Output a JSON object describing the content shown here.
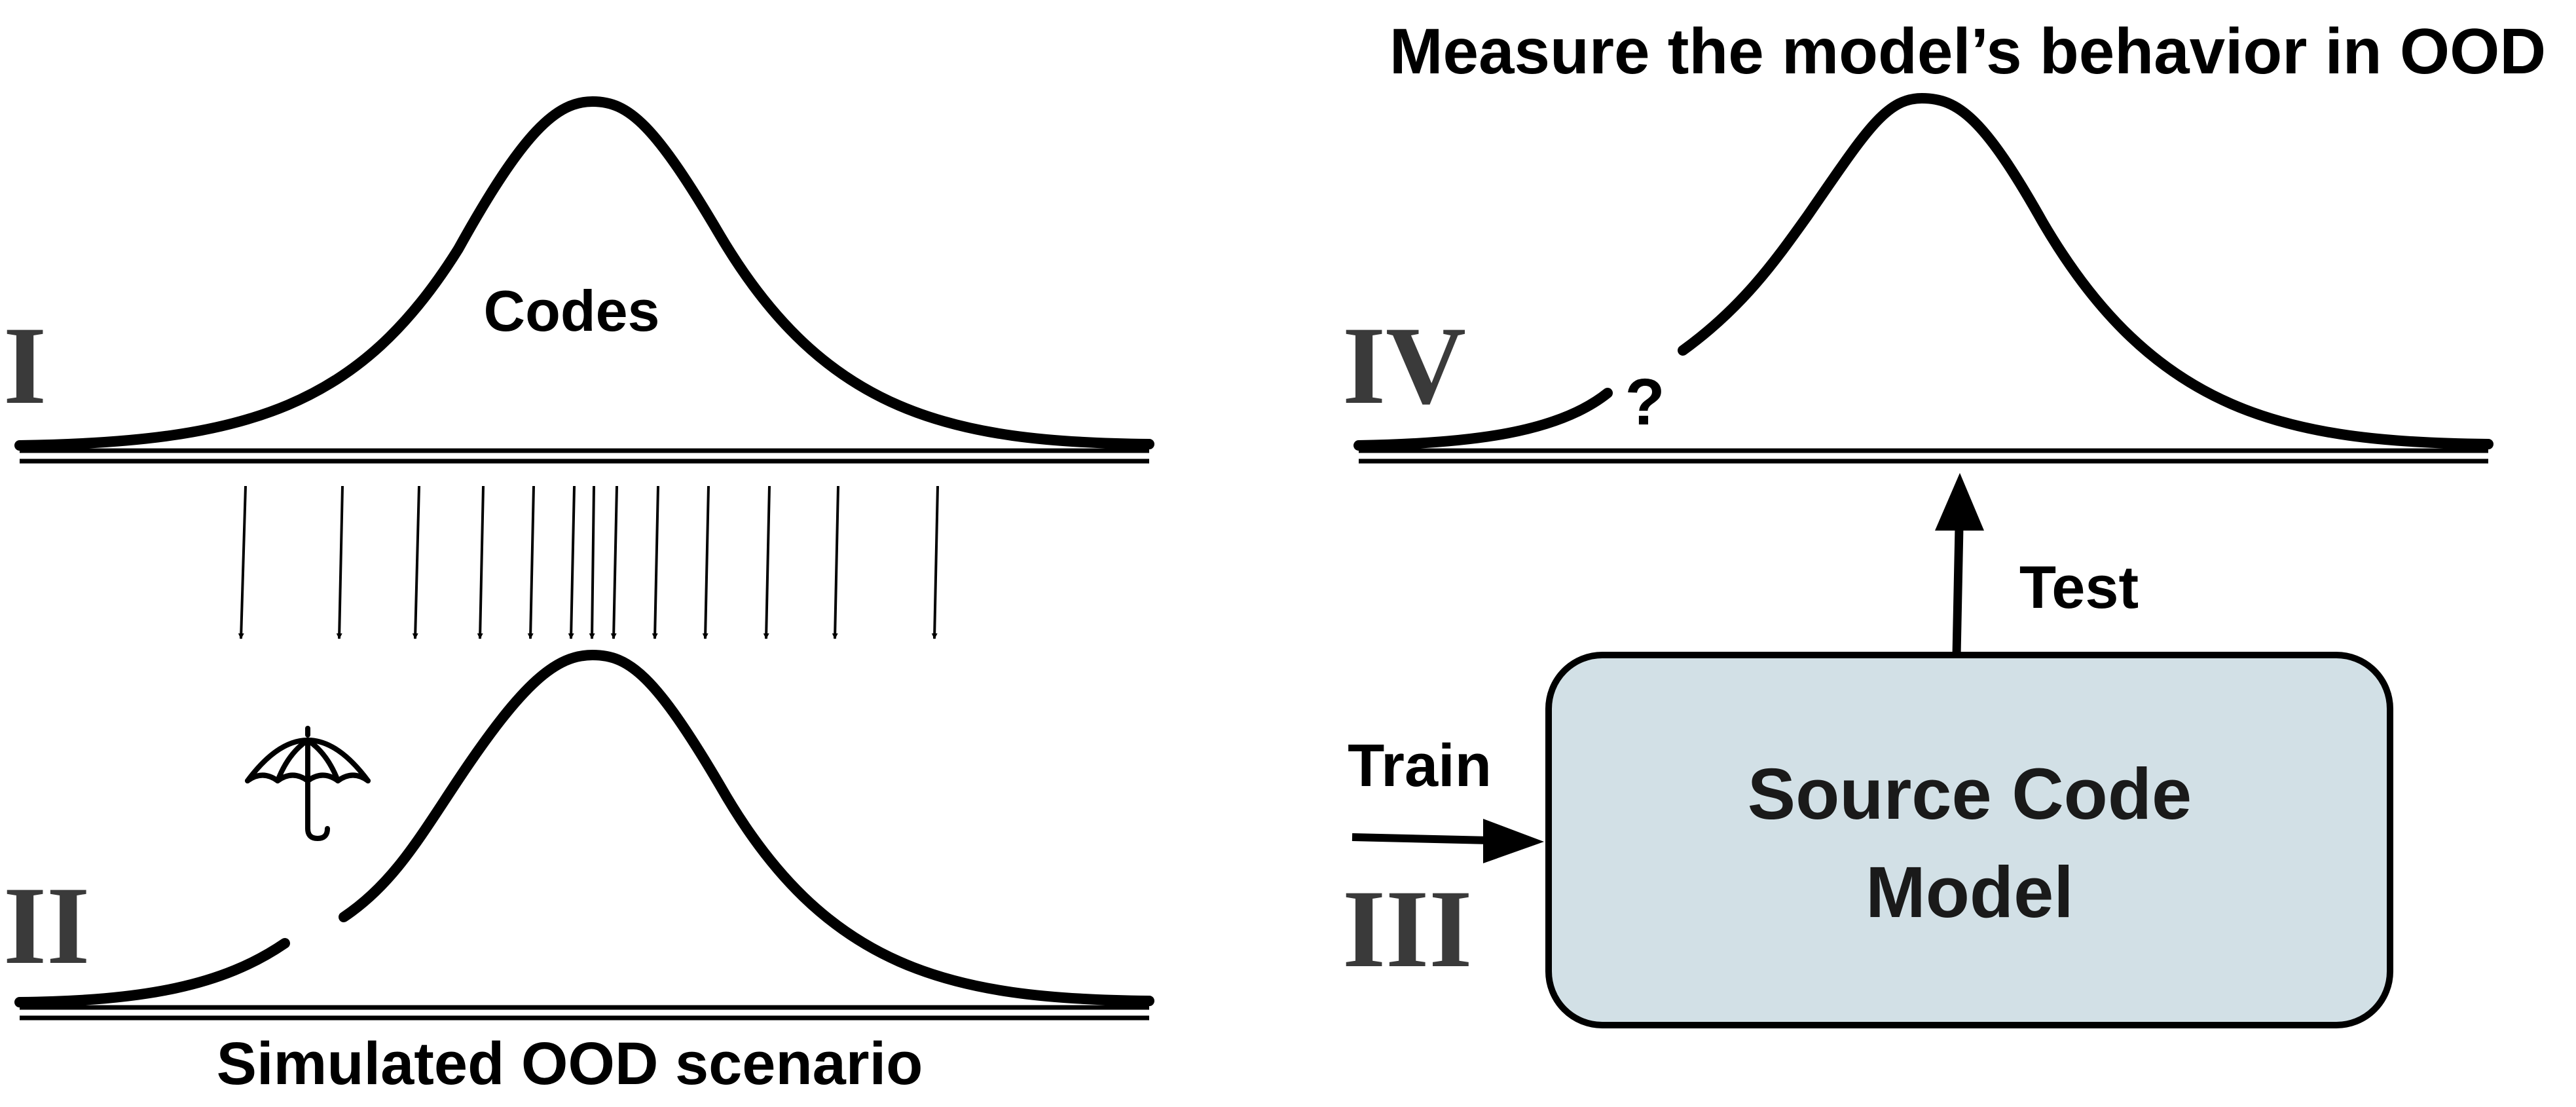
{
  "panels": {
    "panel_1": {
      "numeral": "I",
      "curve_label": "Codes"
    },
    "panel_2": {
      "numeral": "II",
      "caption": "Simulated OOD scenario"
    },
    "panel_3": {
      "numeral": "III",
      "model_box": {
        "line1": "Source Code",
        "line2": "Model"
      },
      "arrow_label": "Train"
    },
    "panel_4": {
      "numeral": "IV",
      "title": "Measure the model’s behavior in OOD",
      "unknown_marker": "?",
      "arrow_label": "Test"
    }
  },
  "colors": {
    "ink": "#000000",
    "numeral": "#3a3a3a",
    "model_box_fill": "#d2e0e6",
    "background": "#ffffff"
  },
  "icons": {
    "shield_symbol": "umbrella-icon"
  }
}
